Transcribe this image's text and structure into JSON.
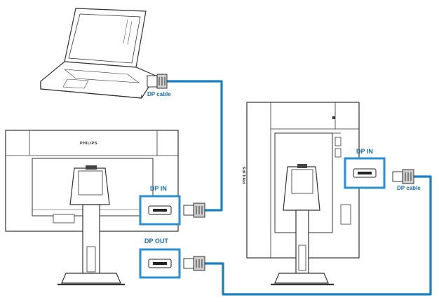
{
  "labels": {
    "dp_cable_top": "DP cable",
    "dp_cable_right": "DP cable",
    "dp_in_left": "DP IN",
    "dp_out_left": "DP OUT",
    "dp_in_right": "DP IN"
  },
  "brand": {
    "front": "PHILIPS",
    "side": "PHILIPS"
  },
  "colors": {
    "cable": "#1a7fc1",
    "label": "#1a6fb5",
    "highlight": "#2a8fd0",
    "outline": "#333333"
  }
}
